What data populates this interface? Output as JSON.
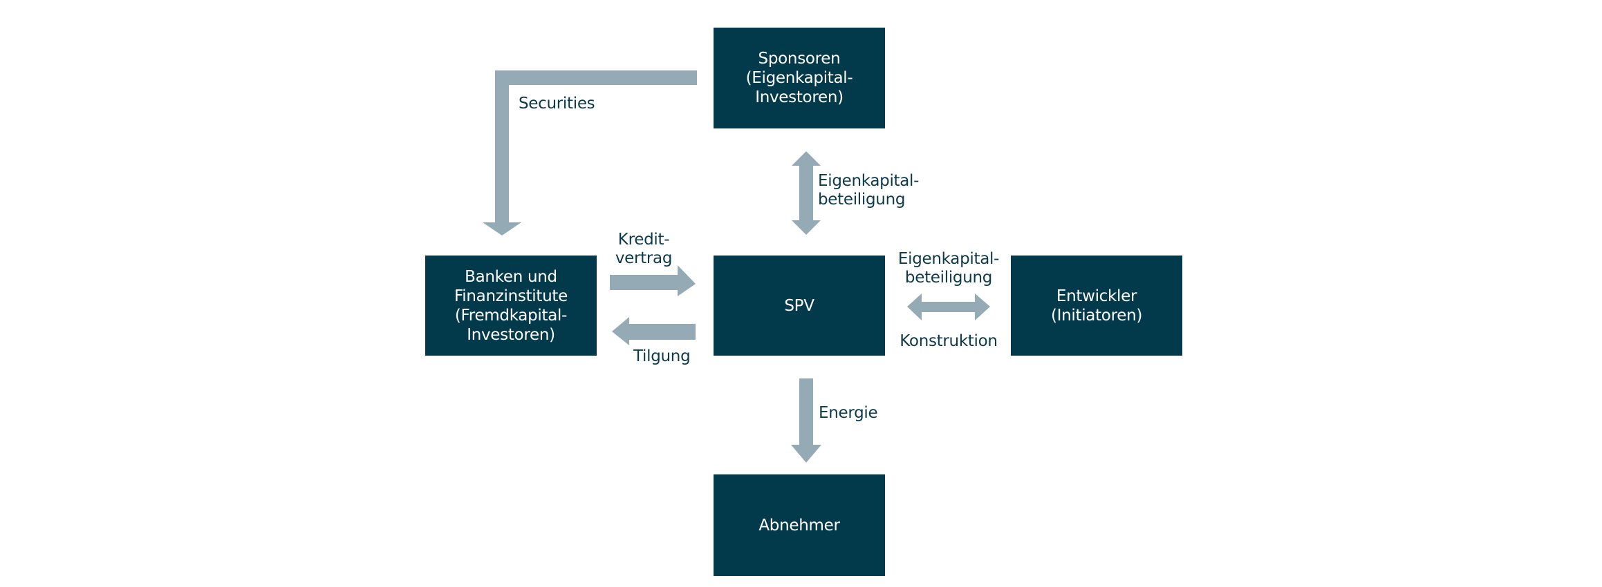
{
  "colors": {
    "box_fill": "#023a4b",
    "box_text": "#ffffff",
    "arrow_fill": "#94aab4",
    "label_text": "#0d3a4a"
  },
  "nodes": {
    "sponsoren": "Sponsoren\n(Eigenkapital-\nInvestoren)",
    "banken": "Banken und\nFinanzinstitute\n(Fremdkapital-\nInvestoren)",
    "spv": "SPV",
    "entwickler": "Entwickler\n(Initiatoren)",
    "abnehmer": "Abnehmer"
  },
  "edges": [
    {
      "from": "Sponsoren",
      "to": "Banken und Finanzinstitute",
      "label": "Securities",
      "direction": "one-way"
    },
    {
      "from": "Sponsoren",
      "to": "SPV",
      "label": "Eigenkapital-\nbeteiligung",
      "direction": "two-way"
    },
    {
      "from": "Banken und Finanzinstitute",
      "to": "SPV",
      "label": "Kredit-\nvertrag",
      "direction": "one-way"
    },
    {
      "from": "SPV",
      "to": "Banken und Finanzinstitute",
      "label": "Tilgung",
      "direction": "one-way"
    },
    {
      "from": "SPV",
      "to": "Entwickler",
      "label_top": "Eigenkapital-\nbeteiligung",
      "label_bottom": "Konstruktion",
      "direction": "two-way"
    },
    {
      "from": "SPV",
      "to": "Abnehmer",
      "label": "Energie",
      "direction": "one-way"
    }
  ],
  "labels": {
    "securities": "Securities",
    "eigenkapital_top": "Eigenkapital-\nbeteiligung",
    "kreditvertrag": "Kredit-\nvertrag",
    "tilgung": "Tilgung",
    "eigenkapital_right": "Eigenkapital-\nbeteiligung",
    "konstruktion": "Konstruktion",
    "energie": "Energie"
  }
}
